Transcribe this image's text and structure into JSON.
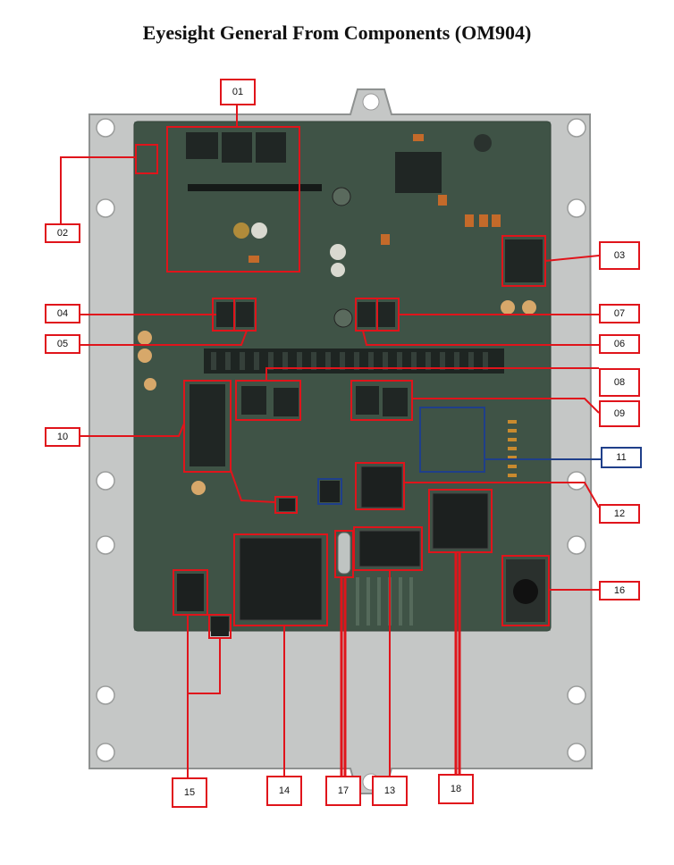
{
  "page": {
    "title": "Eyesight General From Components (OM904)"
  },
  "colors": {
    "callout": "#e0141b",
    "callout_blue": "#1f3f8a",
    "housing": "#c5c7c6",
    "pcb": "#3d5144"
  },
  "labels": [
    "01",
    "02",
    "03",
    "04",
    "05",
    "06",
    "07",
    "08",
    "09",
    "10",
    "11",
    "12",
    "13",
    "14",
    "15",
    "16",
    "17",
    "18"
  ]
}
